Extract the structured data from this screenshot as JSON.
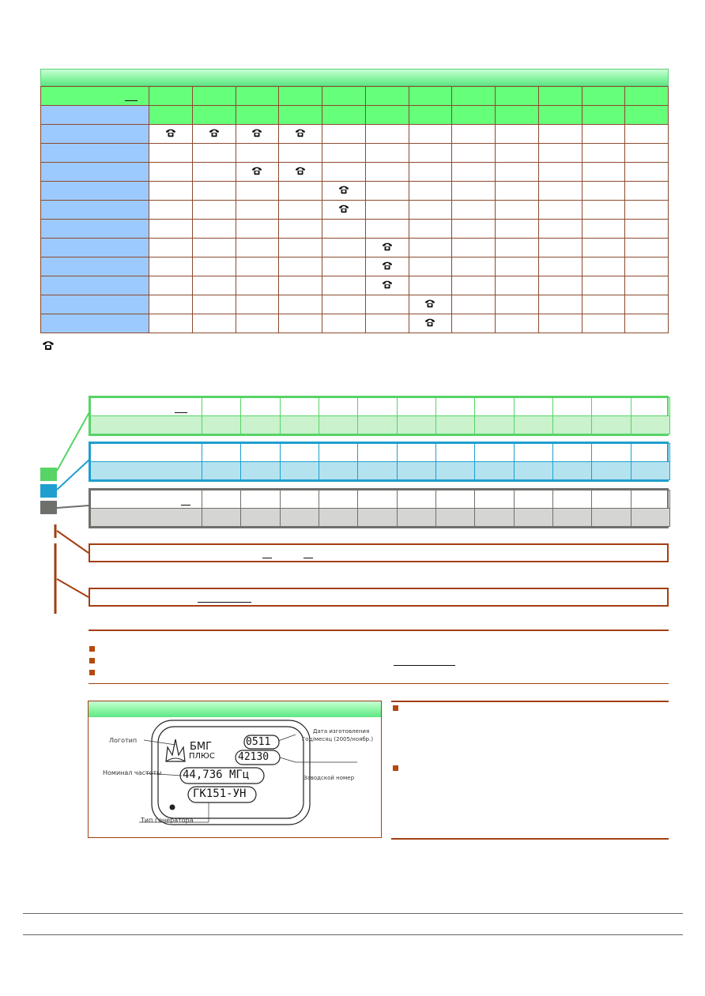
{
  "top_table": {
    "column_count": 12,
    "row_count": 11,
    "phone_marks": [
      [
        0,
        0
      ],
      [
        0,
        1
      ],
      [
        0,
        2
      ],
      [
        0,
        3
      ],
      [
        2,
        2
      ],
      [
        2,
        3
      ],
      [
        3,
        4
      ],
      [
        4,
        4
      ],
      [
        6,
        5
      ],
      [
        7,
        5
      ],
      [
        8,
        5
      ],
      [
        9,
        6
      ],
      [
        10,
        6
      ]
    ],
    "colors": {
      "header": "#66ff7a",
      "label_col": "#9ccaff",
      "border": "#8c4a2e"
    }
  },
  "marking": {
    "logo_label": "Логотип",
    "freq_label": "Номинал частоты",
    "type_label": "Тип генератора",
    "date_label_line1": "Дата изготовления",
    "date_label_line2": "Год/месяц (2005/ноябр.)",
    "serial_label": "Заводской номер",
    "brand_line1": "БМГ",
    "brand_line2": "ПЛЮС",
    "date_code": "0511",
    "serial_code": "42130",
    "frequency": "44,736 МГц",
    "model": "ГК151-УН"
  },
  "colors": {
    "green": "#56d466",
    "blue": "#1f9fce",
    "gray": "#6e706c",
    "brown": "#a23f12"
  }
}
